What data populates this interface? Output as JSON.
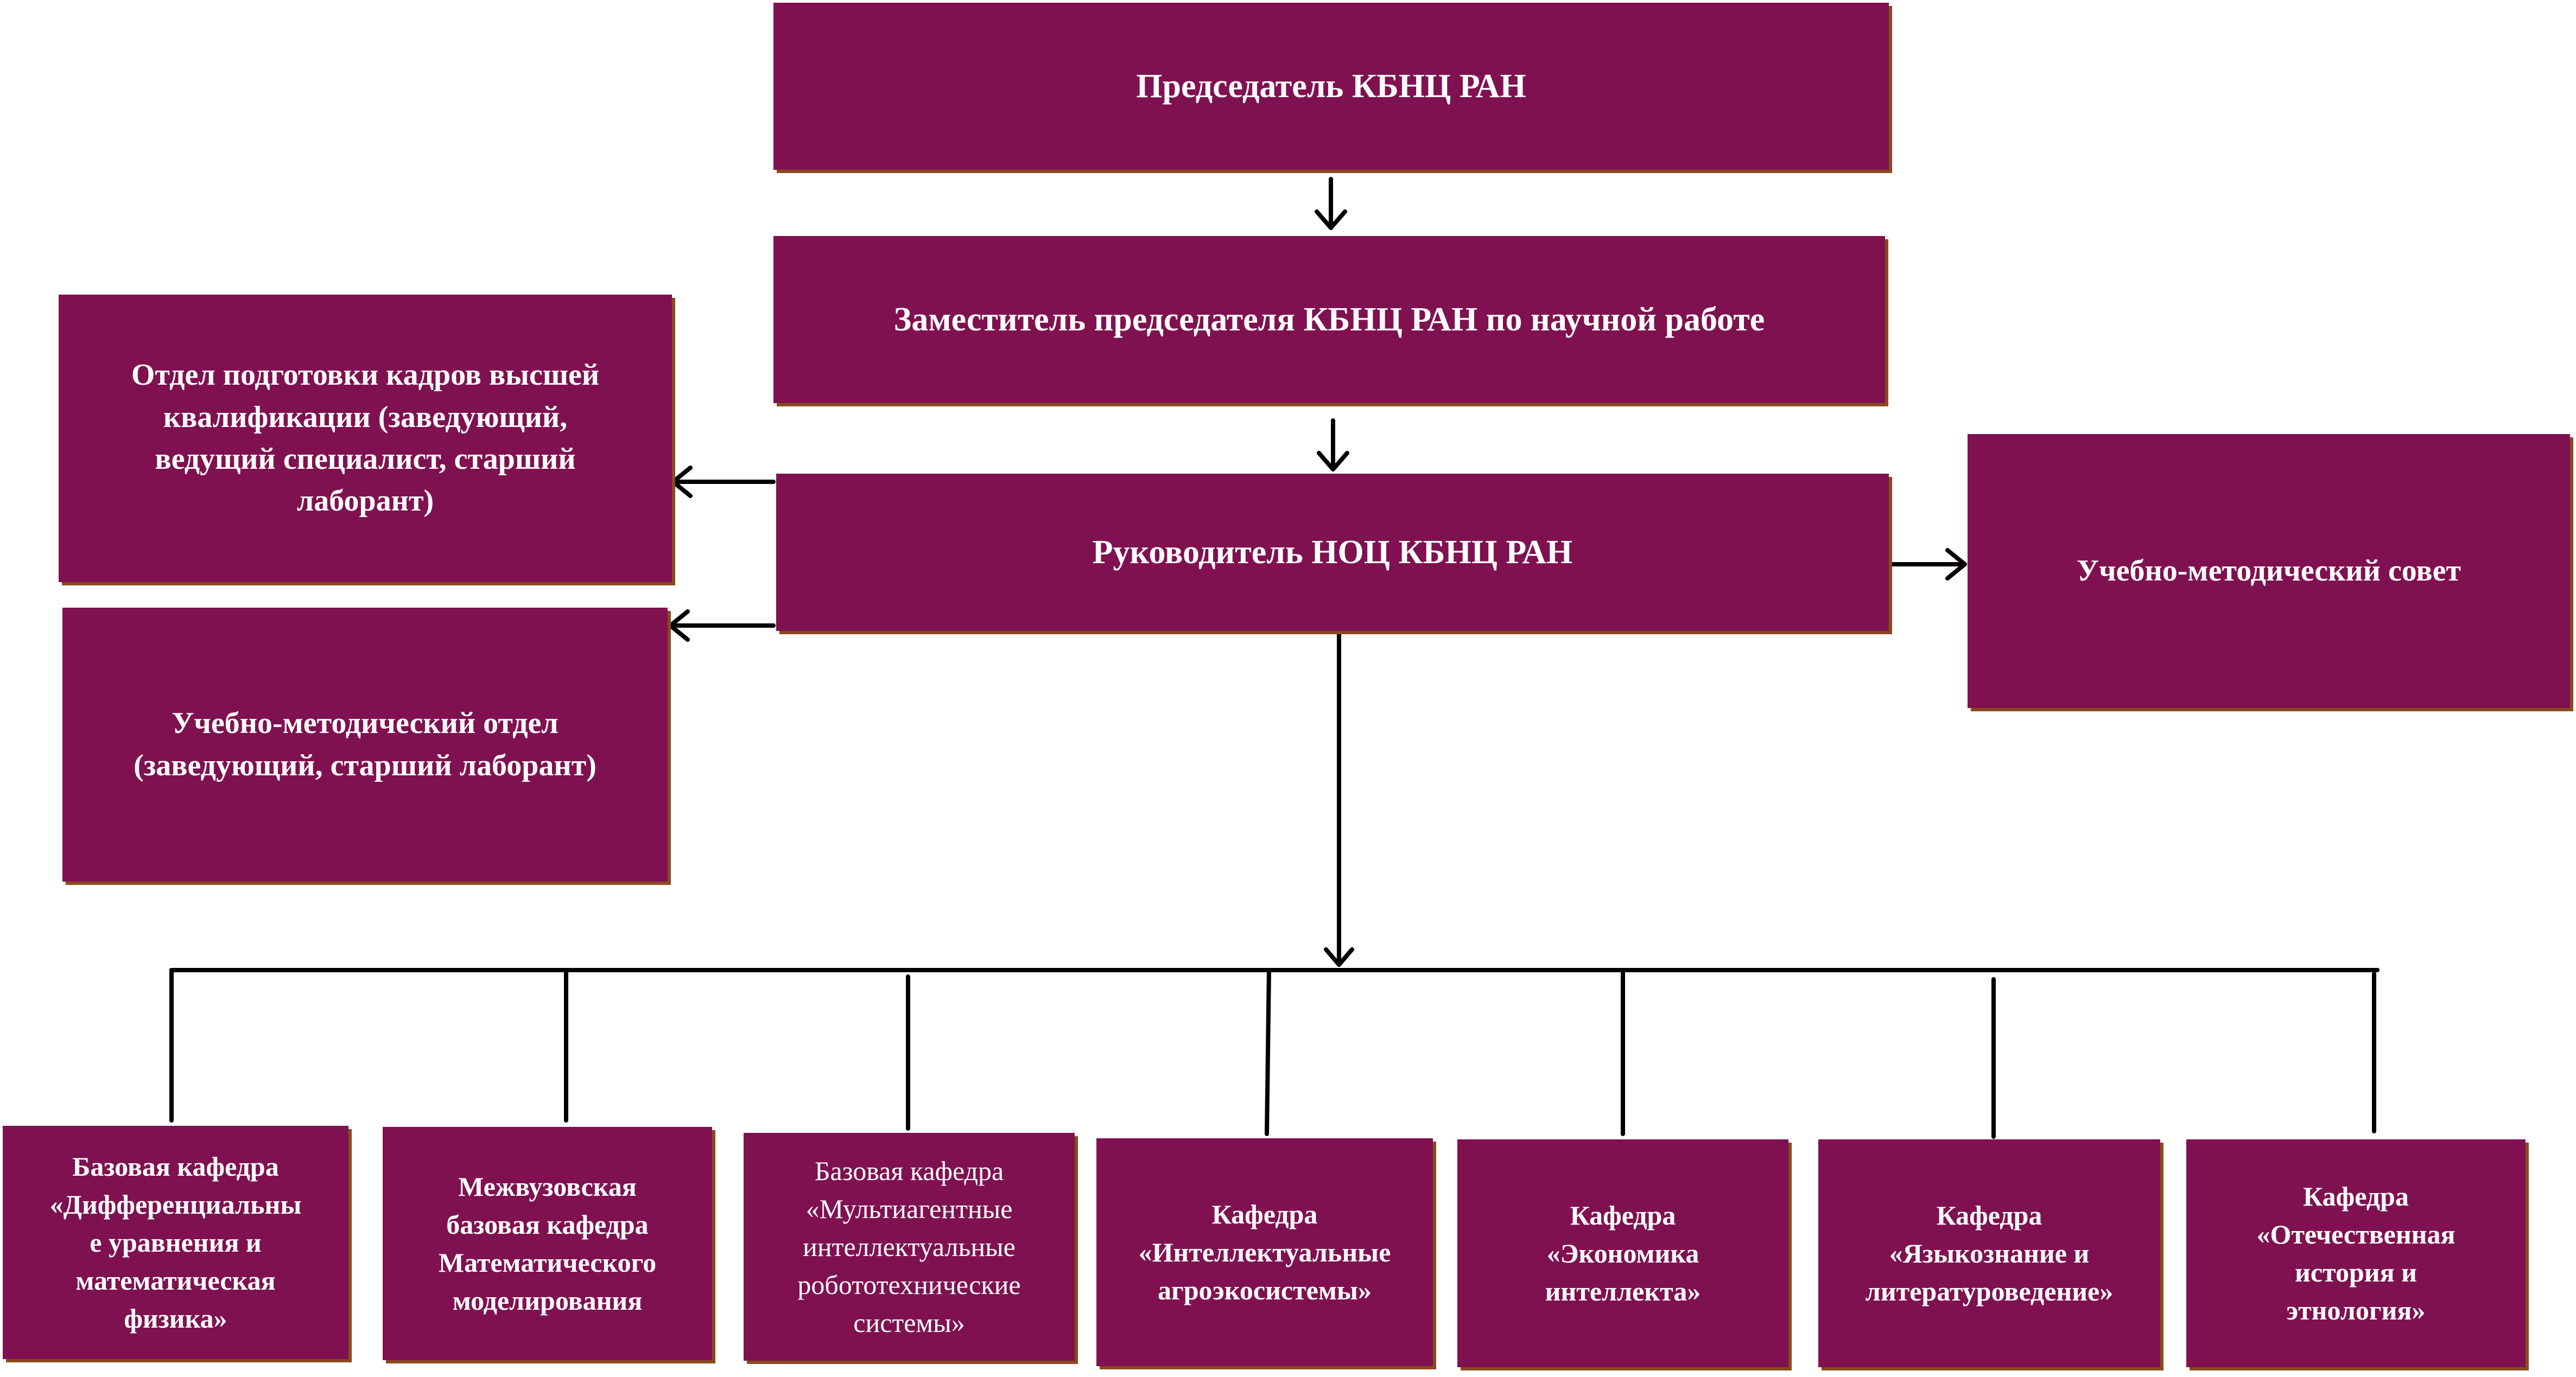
{
  "colors": {
    "box_fill": "#7f1151",
    "box_text": "#ffffff",
    "box_shadow": "#8a4a1c",
    "line": "#000000"
  },
  "boxes": {
    "chairman": "Председатель КБНЦ РАН",
    "deputy": "Заместитель председателя КБНЦ РАН по научной работе",
    "noc_head": "Руководитель НОЦ КБНЦ РАН",
    "training_dept": "Отдел подготовки кадров высшей\nквалификации (заведующий,\nведущий специалист, старший\nлаборант)",
    "methodical_dept": "Учебно-методический отдел\n(заведующий, старший лаборант)",
    "methodical_council": "Учебно-методический совет"
  },
  "departments": [
    "Базовая кафедра\n«Дифференциальны\nе уравнения и\nматематическая\nфизика»",
    "Межвузовская\nбазовая кафедра\nМатематического\nмоделирования",
    "Базовая кафедра\n«Мультиагентные\nинтеллектуальные\nробототехнические\nсистемы»",
    "Кафедра\n«Интеллектуальные\nагроэкосистемы»",
    "Кафедра\n«Экономика\nинтеллекта»",
    "Кафедра\n«Языкознание и\nлитературоведение»",
    "Кафедра\n«Отечественная\nистория и\nэтнология»"
  ]
}
